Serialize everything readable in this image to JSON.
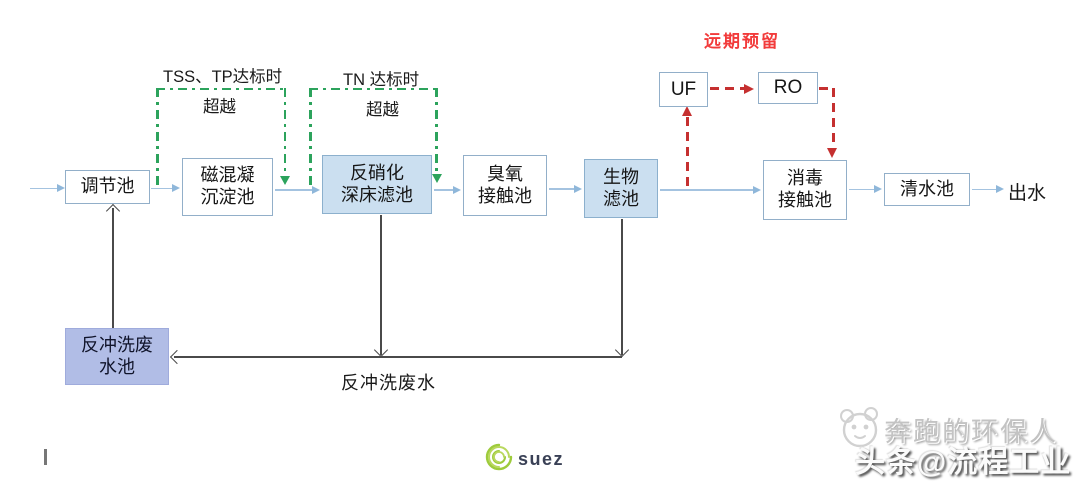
{
  "diagram": {
    "nodes": {
      "regulating_tank": "调节池",
      "magnetic_coagulation_tank": "磁混凝\n沉淀池",
      "denitrification_filter": "反硝化\n深床滤池",
      "ozone_contact_tank": "臭氧\n接触池",
      "biological_filter": "生物\n滤池",
      "uf": "UF",
      "ro": "RO",
      "disinfection_contact_tank": "消毒\n接触池",
      "clear_water_tank": "清水池",
      "backwash_wastewater_tank": "反冲洗废\n水池"
    },
    "labels": {
      "bypass_tss_tp_condition": "TSS、TP达标时",
      "bypass_tss_tp_action": "超越",
      "bypass_tn_condition": "TN 达标时",
      "bypass_tn_action": "超越",
      "future_reserved": "远期预留",
      "backwash_water": "反冲洗废水",
      "effluent": "出水"
    },
    "colors": {
      "process_box_fill_blue": "#cbdff0",
      "backwash_tank_fill": "#b1bde6",
      "box_border": "#92afc9",
      "flow_arrow_blue": "#a4c3e0",
      "bypass_green": "#2ca35c",
      "reserved_red_line": "#c53030",
      "reserved_red_text": "#f23b3b",
      "suez_green": "#9ecb3c",
      "suez_navy": "#3a4156"
    }
  },
  "footer": {
    "suez_logo_text": "suez"
  },
  "watermarks": {
    "runner": "奔跑的环保人",
    "toutiao": "头条@流程工业"
  }
}
